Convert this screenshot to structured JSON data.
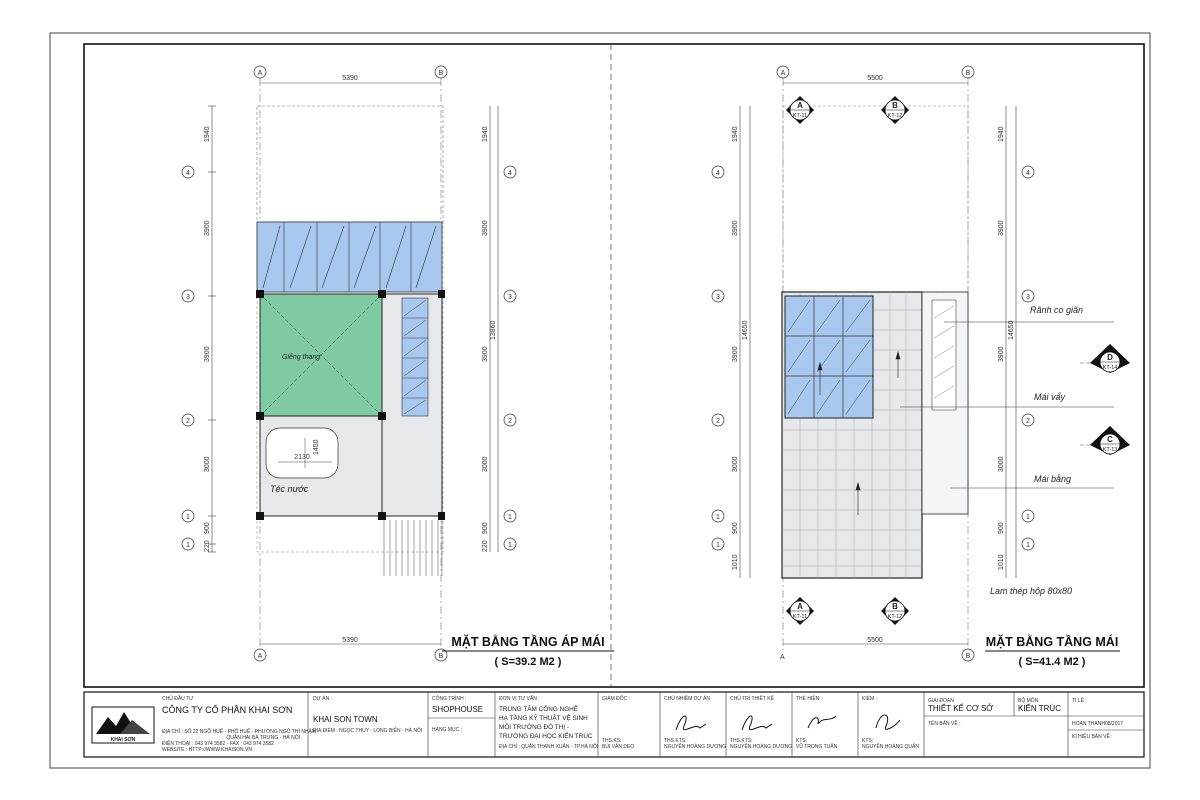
{
  "left_plan": {
    "title": "MẶT BẰNG TẦNG ÁP MÁI",
    "area": "( S=39.2 M2 )",
    "axis_a": "A",
    "axis_b": "B",
    "width_dim": "5390",
    "width_dim_bottom": "5390",
    "total_dim": "13860",
    "dims_left": [
      "1940",
      "3900",
      "3900",
      "3000",
      "900",
      "220"
    ],
    "grid_right": [
      "4",
      "3",
      "2",
      "1",
      "1"
    ],
    "grid_left": [
      "4",
      "3",
      "2",
      "1",
      "1"
    ],
    "label_stair": "Giếng thang",
    "label_tank": "Téc nước",
    "tank_w": "2130",
    "tank_h": "1450"
  },
  "right_plan": {
    "title": "MẶT BẰNG TẦNG MÁI",
    "area": "( S=41.4 M2 )",
    "axis_a": "A",
    "axis_b": "B",
    "width_dim": "5500",
    "width_dim_bottom": "5500",
    "total_dim": "14650",
    "dims_left": [
      "1940",
      "3900",
      "3900",
      "3000",
      "900",
      "1010"
    ],
    "grid_right": [
      "4",
      "3",
      "2",
      "1",
      "1"
    ],
    "grid_left": [
      "4",
      "3",
      "2",
      "1",
      "1"
    ],
    "ann_1": "Rãnh co giãn",
    "ann_2": "Mái vẩy",
    "ann_3": "Mái bằng",
    "ann_4": "Lam thép hộp 80x80",
    "sec_a": "A",
    "sec_a_ref": "KT-11",
    "sec_b": "B",
    "sec_b_ref": "KT-12",
    "sec_c": "C",
    "sec_c_ref": "KT-13",
    "sec_d": "D",
    "sec_d_ref": "KT-14",
    "corner_a": "A"
  },
  "title_block": {
    "owner_label": "CHỦ ĐẦU TƯ",
    "company": "CÔNG TY CỔ PHẦN KHAI SƠN",
    "logo_text": "KHAI SƠN",
    "addr1": "ĐỊA CHỈ : SỐ 22 NGÕ HUẾ - PHỐ HUẾ - PHƯỜNG NGÔ THÌ NHẬM",
    "addr2": "QUẬN HAI BÀ TRƯNG - HÀ NỘI",
    "phone": "ĐIỆN THOẠI : 043 974 3582 - FAX : 043 974 3582",
    "website": "WEBSITE : HTTP://WWW.KHAISON.VN",
    "project_label": "DỰ ÁN :",
    "project": "KHAI SON TOWN",
    "location": "ĐỊA ĐIỂM : NGỌC THỤY - LONG BIÊN - HÀ NỘI",
    "work_label": "CÔNG TRÌNH :",
    "work": "SHOPHOUSE",
    "item_label": "HẠNG MỤC :",
    "consult_label": "ĐƠN VỊ TƯ VẤN :",
    "consult1": "TRUNG TÂM CÔNG NGHỆ",
    "consult2": "HẠ TẦNG KỸ THUẬT VỆ SINH",
    "consult3": "MÔI TRƯỜNG ĐÔ THỊ -",
    "consult4": "TRƯỜNG ĐẠI HỌC KIẾN TRÚC",
    "consult_addr": "ĐỊA CHỈ : QUẬN THANH XUÂN - TP.HÀ NỘI",
    "director_label": "GIÁM ĐỐC :",
    "director_title": "THS.KS:",
    "director": "BÙI VĂN DEO",
    "pm_label": "CHỦ NHIỆM DỰ ÁN",
    "pm_title": "THS.KTS:",
    "pm": "NGUYỄN HOÀNG DƯƠNG",
    "design_label": "CHỦ TRÌ THIẾT KẾ",
    "design_title": "THS.KTS:",
    "design": "NGUYỄN HOÀNG DƯƠNG",
    "drafter_label": "THỂ HIỆN :",
    "drafter_title": "KTS:",
    "drafter": "VŨ TRỌNG TUẤN",
    "checker_label": "KIỂM :",
    "checker_title": "KTS:",
    "checker": "NGUYỄN HOÀNG QUÂN",
    "phase_label": "GIAI ĐOẠN",
    "phase": "THIẾT KẾ CƠ SỞ",
    "dept_label": "BỘ MÔN",
    "dept": "KIẾN TRÚC",
    "scale_label": "TỈ LỆ :",
    "date": "HOAN THANH08/2017",
    "drawing_name_label": "TÊN BẢN VẼ :",
    "drawing_code_label": "KÍ HIỆU BẢN VẼ :"
  },
  "colors": {
    "glass": "#a9c8ef",
    "stair": "#7fcaa3",
    "panel": "#e6e8ec"
  }
}
